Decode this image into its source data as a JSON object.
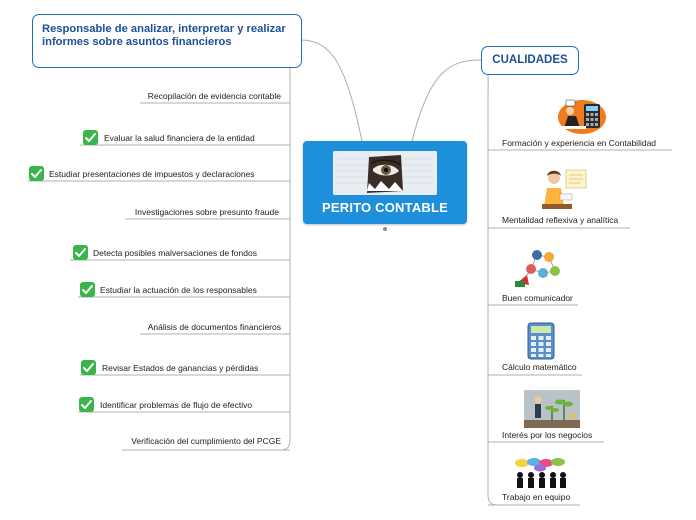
{
  "central": {
    "title": "PERITO CONTABLE",
    "image": "eye-peeking-through-paper"
  },
  "left_branch": {
    "title": "Responsable de  analizar, interpretar y realizar informes sobre asuntos financieros",
    "items": [
      {
        "label": "Recopilación de evidencia contable",
        "checked": false
      },
      {
        "label": "Evaluar la salud financiera de la entidad",
        "checked": true
      },
      {
        "label": "Estudiar presentaciones de impuestos y declaraciones",
        "checked": true
      },
      {
        "label": "Investigaciones sobre presunto fraude",
        "checked": false
      },
      {
        "label": "Detecta posibles malversaciones de fondos",
        "checked": true
      },
      {
        "label": "Estudiar la actuación de los responsables",
        "checked": true
      },
      {
        "label": "Análisis de documentos financieros",
        "checked": false
      },
      {
        "label": "Revisar Estados de ganancias y pérdidas",
        "checked": true
      },
      {
        "label": "Identificar problemas de flujo de efectivo",
        "checked": true
      },
      {
        "label": "Verificación del cumplimiento del PCGE",
        "checked": false
      }
    ]
  },
  "right_branch": {
    "title": "CUALIDADES",
    "items": [
      {
        "label": "Formación y experiencia  en  Contabilidad",
        "image": "accountant-calculator-image"
      },
      {
        "label": "Mentalidad reflexiva y  analítica",
        "image": "thinking-person-image"
      },
      {
        "label": "Buen comunicador",
        "image": "communication-network-image"
      },
      {
        "label": "Cálculo matemático",
        "image": "calculator-image"
      },
      {
        "label": "Interés por los  negocios",
        "image": "business-growth-image"
      },
      {
        "label": "Trabajo en  equipo",
        "image": "teamwork-speech-bubbles-image"
      }
    ]
  },
  "colors": {
    "central": "#1d8fdb",
    "branch_border": "#1d6fc0",
    "branch_text": "#1d4f9a",
    "check": "#39b54a",
    "connector": "#9aa3ab"
  }
}
